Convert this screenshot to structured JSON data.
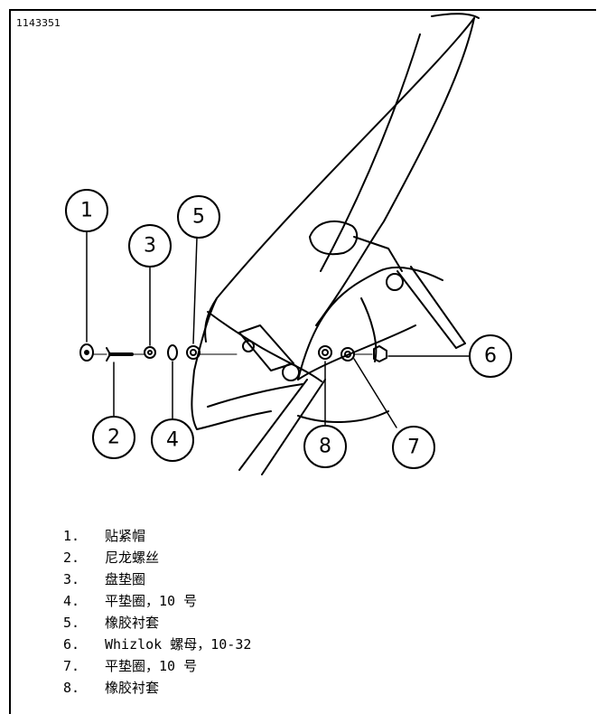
{
  "figure_id": "1143351",
  "callouts": [
    {
      "label": "1"
    },
    {
      "label": "2"
    },
    {
      "label": "3"
    },
    {
      "label": "4"
    },
    {
      "label": "5"
    },
    {
      "label": "6"
    },
    {
      "label": "7"
    },
    {
      "label": "8"
    }
  ],
  "legend": [
    {
      "num": "1.",
      "text": "贴紧帽"
    },
    {
      "num": "2.",
      "text": "尼龙螺丝"
    },
    {
      "num": "3.",
      "text": "盘垫圈"
    },
    {
      "num": "4.",
      "text": "平垫圈，10 号"
    },
    {
      "num": "5.",
      "text": "橡胶衬套"
    },
    {
      "num": "6.",
      "text": "Whizlok 螺母，10-32"
    },
    {
      "num": "7.",
      "text": "平垫圈，10 号"
    },
    {
      "num": "8.",
      "text": "橡胶衬套"
    }
  ]
}
